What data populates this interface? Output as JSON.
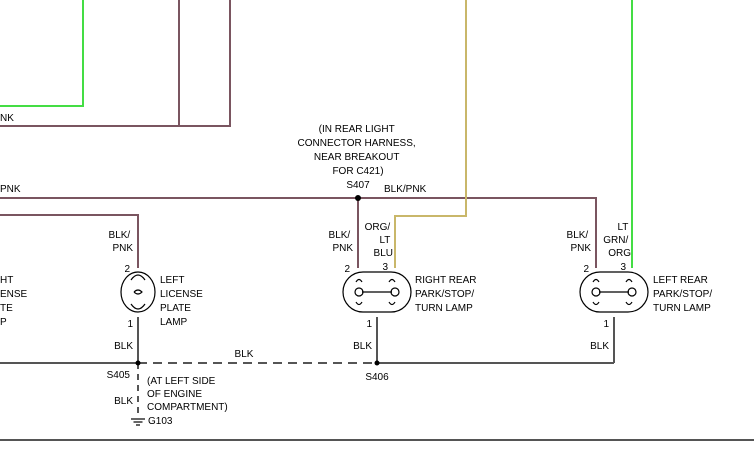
{
  "colors": {
    "pnk_wire": "#7a5560",
    "blk_wire": "#555555",
    "green_wire": "#44dd44",
    "org_wire": "#c9b76a",
    "text": "#000000"
  },
  "labels": {
    "top_left_pnk": "NK",
    "mid_left_pnk": "PNK",
    "splice_s407_note": [
      "(IN REAR LIGHT",
      "CONNECTOR HARNESS,",
      "NEAR BREAKOUT",
      "FOR C421)"
    ],
    "splice_s407": "S407",
    "wire_blk_pnk_top": "BLK/PNK",
    "left_license": {
      "wire_top": [
        "BLK/",
        "PNK"
      ],
      "pin_top": "2",
      "pin_bottom": "1",
      "wire_bottom": "BLK",
      "name": [
        "LEFT",
        "LICENSE",
        "PLATE",
        "LAMP"
      ]
    },
    "partial_lamp_text": [
      "HT",
      "ENSE",
      "TE",
      "P"
    ],
    "right_rear": {
      "wire_left": [
        "BLK/",
        "PNK"
      ],
      "wire_right": [
        "ORG/",
        "LT",
        "BLU"
      ],
      "pin_left": "2",
      "pin_right": "3",
      "pin_bottom": "1",
      "wire_bottom": "BLK",
      "name": [
        "RIGHT REAR",
        "PARK/STOP/",
        "TURN LAMP"
      ]
    },
    "left_rear": {
      "wire_left": [
        "BLK/",
        "PNK"
      ],
      "wire_right": [
        "LT",
        "GRN/",
        "ORG"
      ],
      "pin_left": "2",
      "pin_right": "3",
      "pin_bottom": "1",
      "wire_bottom": "BLK",
      "name": [
        "LEFT REAR",
        "PARK/STOP/",
        "TURN LAMP"
      ]
    },
    "ground_bus_blk": "BLK",
    "splice_s405": "S405",
    "splice_s406": "S406",
    "ground_wire": "BLK",
    "ground_note": [
      "(AT LEFT SIDE",
      "OF ENGINE",
      "COMPARTMENT)"
    ],
    "ground": "G103"
  }
}
